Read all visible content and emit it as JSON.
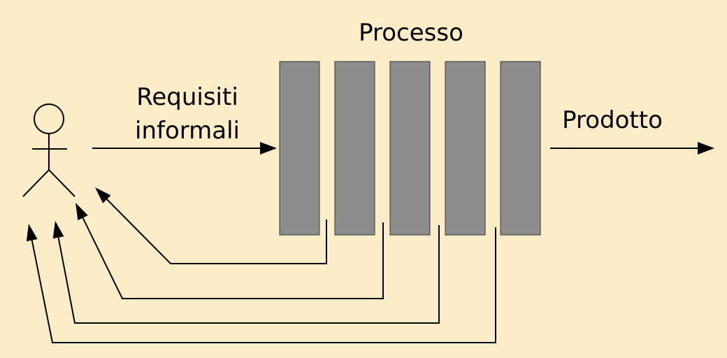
{
  "labels": {
    "process": "Processo",
    "input_line1": "Requisiti",
    "input_line2": "informali",
    "output": "Prodotto"
  },
  "colors": {
    "background": "#fcecc8",
    "stage_fill": "#8c8c8c",
    "stage_stroke": "#333333",
    "line": "#000000"
  },
  "process_stages": [
    {
      "id": "stage-1"
    },
    {
      "id": "stage-2"
    },
    {
      "id": "stage-3"
    },
    {
      "id": "stage-4"
    },
    {
      "id": "stage-5"
    }
  ],
  "feedback_loops": [
    {
      "from_stage": 1
    },
    {
      "from_stage": 2
    },
    {
      "from_stage": 3
    },
    {
      "from_stage": 4
    }
  ]
}
